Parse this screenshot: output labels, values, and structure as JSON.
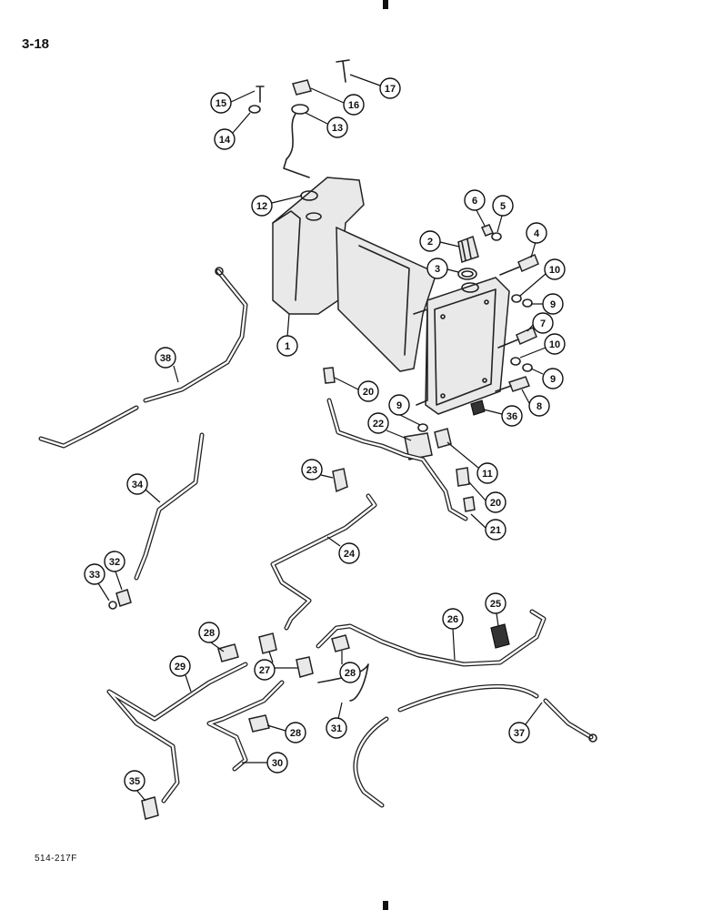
{
  "page": {
    "number": "3-18",
    "figure_code": "514-217F"
  },
  "callouts": [
    "1",
    "2",
    "3",
    "4",
    "5",
    "6",
    "7",
    "8",
    "9",
    "9",
    "9",
    "10",
    "10",
    "11",
    "12",
    "13",
    "14",
    "15",
    "16",
    "17",
    "20",
    "20",
    "21",
    "22",
    "23",
    "24",
    "25",
    "26",
    "27",
    "28",
    "28",
    "28",
    "29",
    "30",
    "31",
    "32",
    "33",
    "34",
    "35",
    "36",
    "37",
    "38"
  ]
}
